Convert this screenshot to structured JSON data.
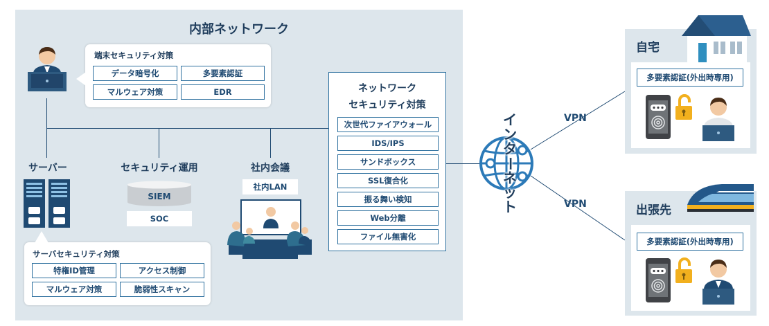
{
  "internal_network": {
    "title": "内部ネットワーク",
    "endpoint": {
      "title": "端末セキュリティ対策",
      "items": [
        "データ暗号化",
        "多要素認証",
        "マルウェア対策",
        "EDR"
      ]
    },
    "server": {
      "label": "サーバー",
      "card_title": "サーバセキュリティ対策",
      "items": [
        "特権ID管理",
        "アクセス制御",
        "マルウェア対策",
        "脆弱性スキャン"
      ]
    },
    "security_ops": {
      "label": "セキュリティ運用",
      "siem": "SIEM",
      "soc": "SOC"
    },
    "meeting": {
      "label": "社内会議",
      "lan": "社内LAN"
    },
    "network_security": {
      "title_line1": "ネットワーク",
      "title_line2": "セキュリティ対策",
      "items": [
        "次世代ファイアウォール",
        "IDS/IPS",
        "サンドボックス",
        "SSL復合化",
        "振る舞い検知",
        "Web分離",
        "ファイル無害化"
      ]
    }
  },
  "internet": {
    "label": "インターネット",
    "chars": [
      "イ",
      "ン",
      "タ",
      "ー",
      "ネ",
      "ッ",
      "ト"
    ]
  },
  "vpn": {
    "top": "VPN",
    "bottom": "VPN"
  },
  "home": {
    "label": "自宅",
    "mfa": "多要素認証(外出時専用)"
  },
  "business_trip": {
    "label": "出張先",
    "mfa": "多要素認証(外出時専用)"
  },
  "colors": {
    "panel": "#dde6ec",
    "navy": "#1f3d5c",
    "accent": "#2c6f9e",
    "lock": "#f2b01e"
  }
}
